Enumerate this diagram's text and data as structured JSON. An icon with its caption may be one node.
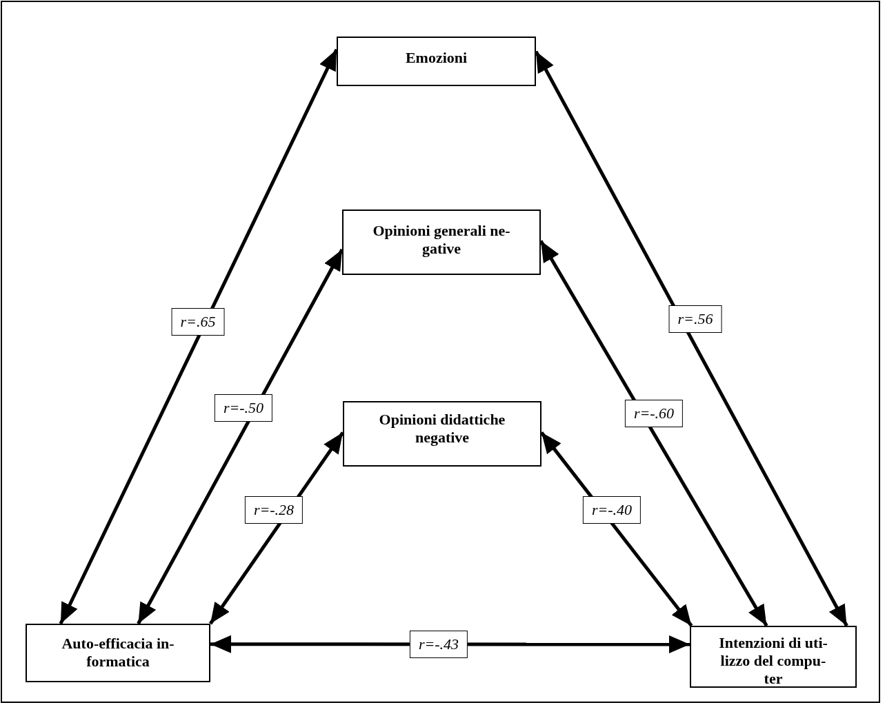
{
  "diagram": {
    "nodes": [
      {
        "text": [
          "Emozioni"
        ]
      },
      {
        "text": [
          "Opinioni generali ne- gative"
        ]
      },
      {
        "text": [
          "Opinioni didattiche negative"
        ]
      },
      {
        "text": [
          "Auto-efficacia in- formatica"
        ]
      },
      {
        "text": [
          "Intenzioni di uti- lizzo del compu- ter"
        ]
      }
    ],
    "edges": [
      {
        "from": 3,
        "to": 0,
        "arrow": "both",
        "label": "r=.65"
      },
      {
        "from": 3,
        "to": 1,
        "arrow": "both",
        "label": "r=-.50"
      },
      {
        "from": 3,
        "to": 2,
        "arrow": "both",
        "label": "r=-.28"
      },
      {
        "from": 4,
        "to": 0,
        "arrow": "both",
        "label": "r=.56"
      },
      {
        "from": 4,
        "to": 1,
        "arrow": "both",
        "label": "r=-.60"
      },
      {
        "from": 4,
        "to": 2,
        "arrow": "both",
        "label": "r=-.40"
      },
      {
        "from": 3,
        "to": 4,
        "arrow": "both",
        "label": "r=-.43"
      }
    ]
  }
}
